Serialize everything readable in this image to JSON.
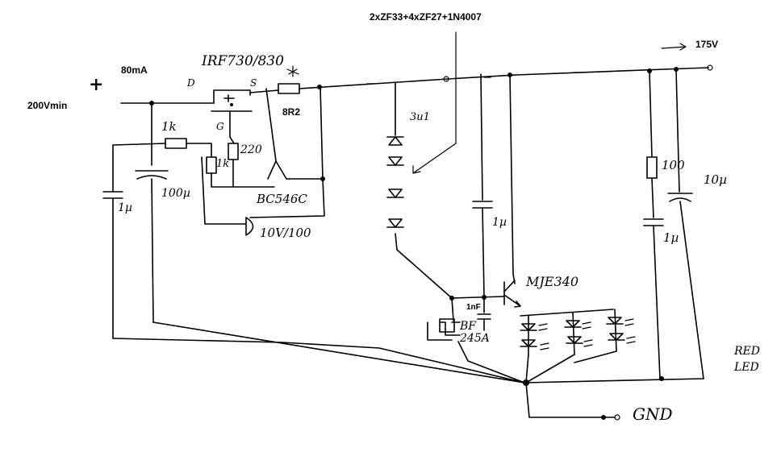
{
  "labels": {
    "diode_stack": "2xZF33+4xZF27+1N4007",
    "output_voltage": "175V",
    "current": "80mA",
    "input_voltage": "200Vmin",
    "plus": "+",
    "mosfet": "IRF730/830",
    "drain": "D",
    "source": "S",
    "gate": "G",
    "r_shunt": "8R2",
    "r1k_top": "1k",
    "r1k_gate": "1k",
    "r220": "220",
    "bc546": "BC546C",
    "zener_gate": "10V/100",
    "cap_in_1u": "1µ",
    "cap_in_100u": "100µ",
    "ldr_label": "3u1",
    "cap_mid_1u": "1µ",
    "mje340": "MJE340",
    "cap_1nf": "1nF",
    "bf245": "BF 245A",
    "r100": "100",
    "cap_10u": "10µ",
    "cap_out_1u": "1µ",
    "red_led": "RED LED",
    "gnd": "GND"
  }
}
